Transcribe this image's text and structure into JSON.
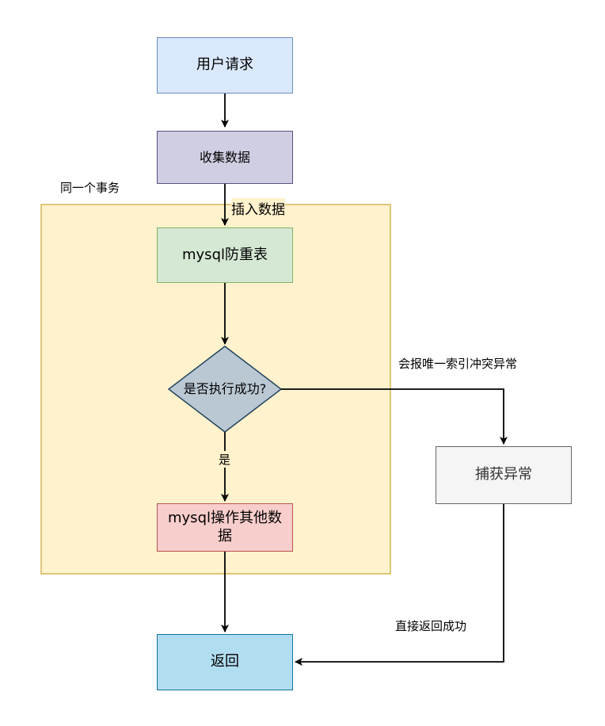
{
  "transaction_group": {
    "label": "同一个事务"
  },
  "nodes": {
    "user_request": {
      "label": "用户请求"
    },
    "collect_data": {
      "label": "收集数据"
    },
    "mysql_dedup_table": {
      "label": "mysql防重表"
    },
    "decision": {
      "label": "是否执行成功?"
    },
    "mysql_other_data": {
      "label": "mysql操作其他数据"
    },
    "return": {
      "label": "返回"
    },
    "catch_exception": {
      "label": "捕获异常"
    }
  },
  "edges": {
    "insert_data": {
      "label": "插入数据"
    },
    "yes": {
      "label": "是"
    },
    "unique_index_conflict": {
      "label": "会报唯一索引冲突异常"
    },
    "return_success": {
      "label": "直接返回成功"
    }
  },
  "colors": {
    "user_request_fill": "#dae8fc",
    "user_request_stroke": "#6c8ebf",
    "collect_data_fill": "#d0cee2",
    "collect_data_stroke": "#56517e",
    "group_fill": "#fff2cc",
    "group_stroke": "#d6b656",
    "dedup_fill": "#d5e8d4",
    "dedup_stroke": "#82b366",
    "decision_fill": "#bac8d3",
    "decision_stroke": "#23445d",
    "other_fill": "#f8cecc",
    "other_stroke": "#b85450",
    "return_fill": "#b1ddf0",
    "return_stroke": "#10739e",
    "catch_fill": "#f5f5f5",
    "catch_stroke": "#666666",
    "catch_text": "#333333"
  }
}
